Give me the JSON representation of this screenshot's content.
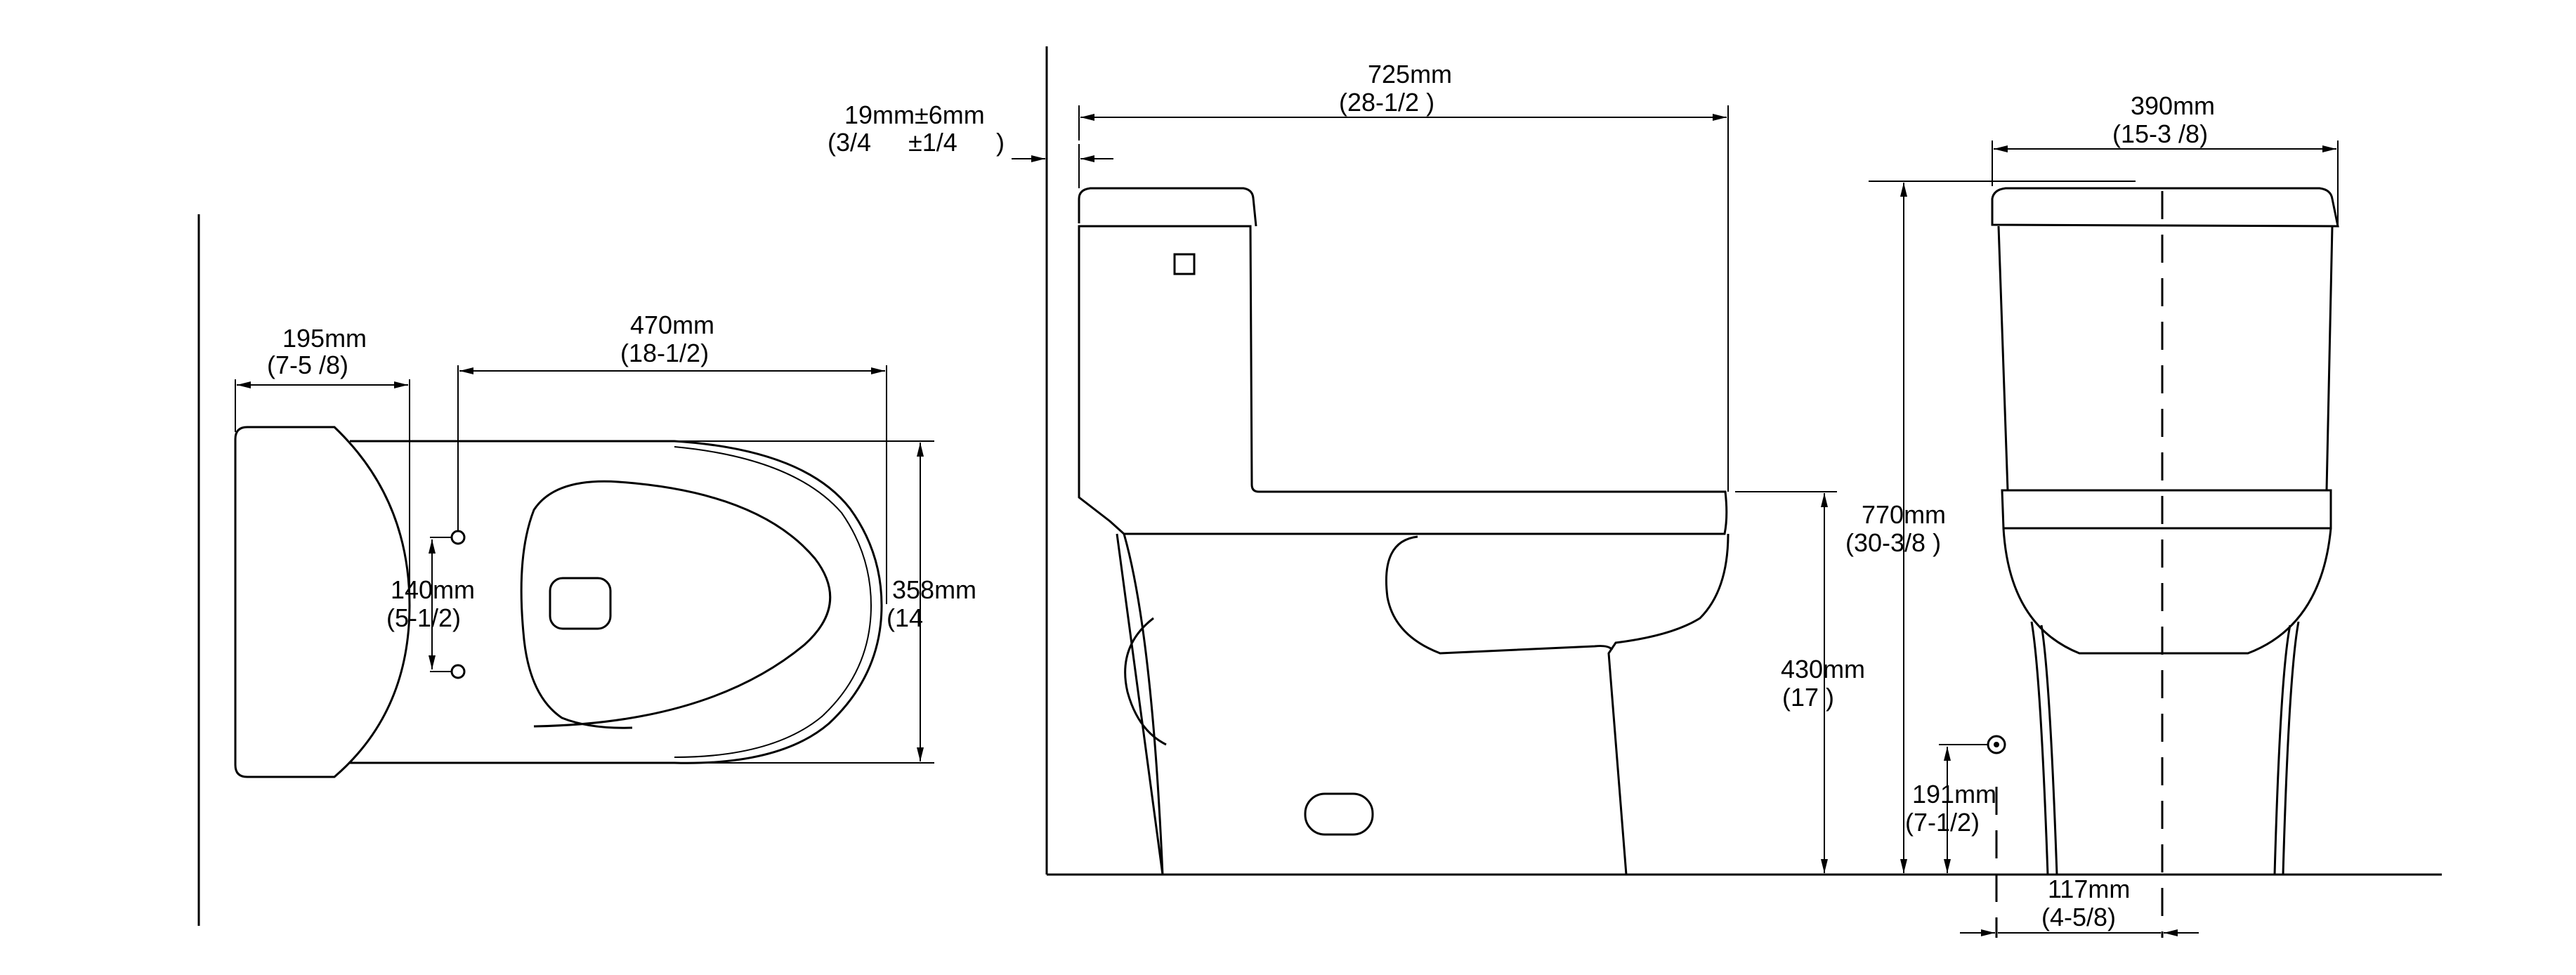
{
  "top_view": {
    "dim_tank_depth": {
      "mm": "195mm",
      "inch": "(7-5 /8)"
    },
    "dim_bowl_length": {
      "mm": "470mm",
      "inch": "(18-1/2)"
    },
    "dim_bolt_spacing": {
      "mm": "140mm",
      "inch": "(5-1/2)"
    },
    "dim_width": {
      "mm": "358mm",
      "inch": "(14"
    }
  },
  "side_view": {
    "dim_wall_gap": {
      "mm": "19mm±6mm",
      "inch_a": "(3/4",
      "inch_b": "±1/4",
      "inch_c": ")"
    },
    "dim_length": {
      "mm": "725mm",
      "inch": "(28-1/2 )"
    },
    "dim_seat_height": {
      "mm": "430mm",
      "inch": "(17    )"
    }
  },
  "front_view": {
    "dim_tank_width": {
      "mm": "390mm",
      "inch": "(15-3 /8)"
    },
    "dim_total_height": {
      "mm": "770mm",
      "inch": "(30-3/8 )"
    },
    "dim_supply_height": {
      "mm": "191mm",
      "inch": "(7-1/2)"
    },
    "dim_supply_offset": {
      "mm": "117mm",
      "inch": "(4-5/8)"
    }
  }
}
